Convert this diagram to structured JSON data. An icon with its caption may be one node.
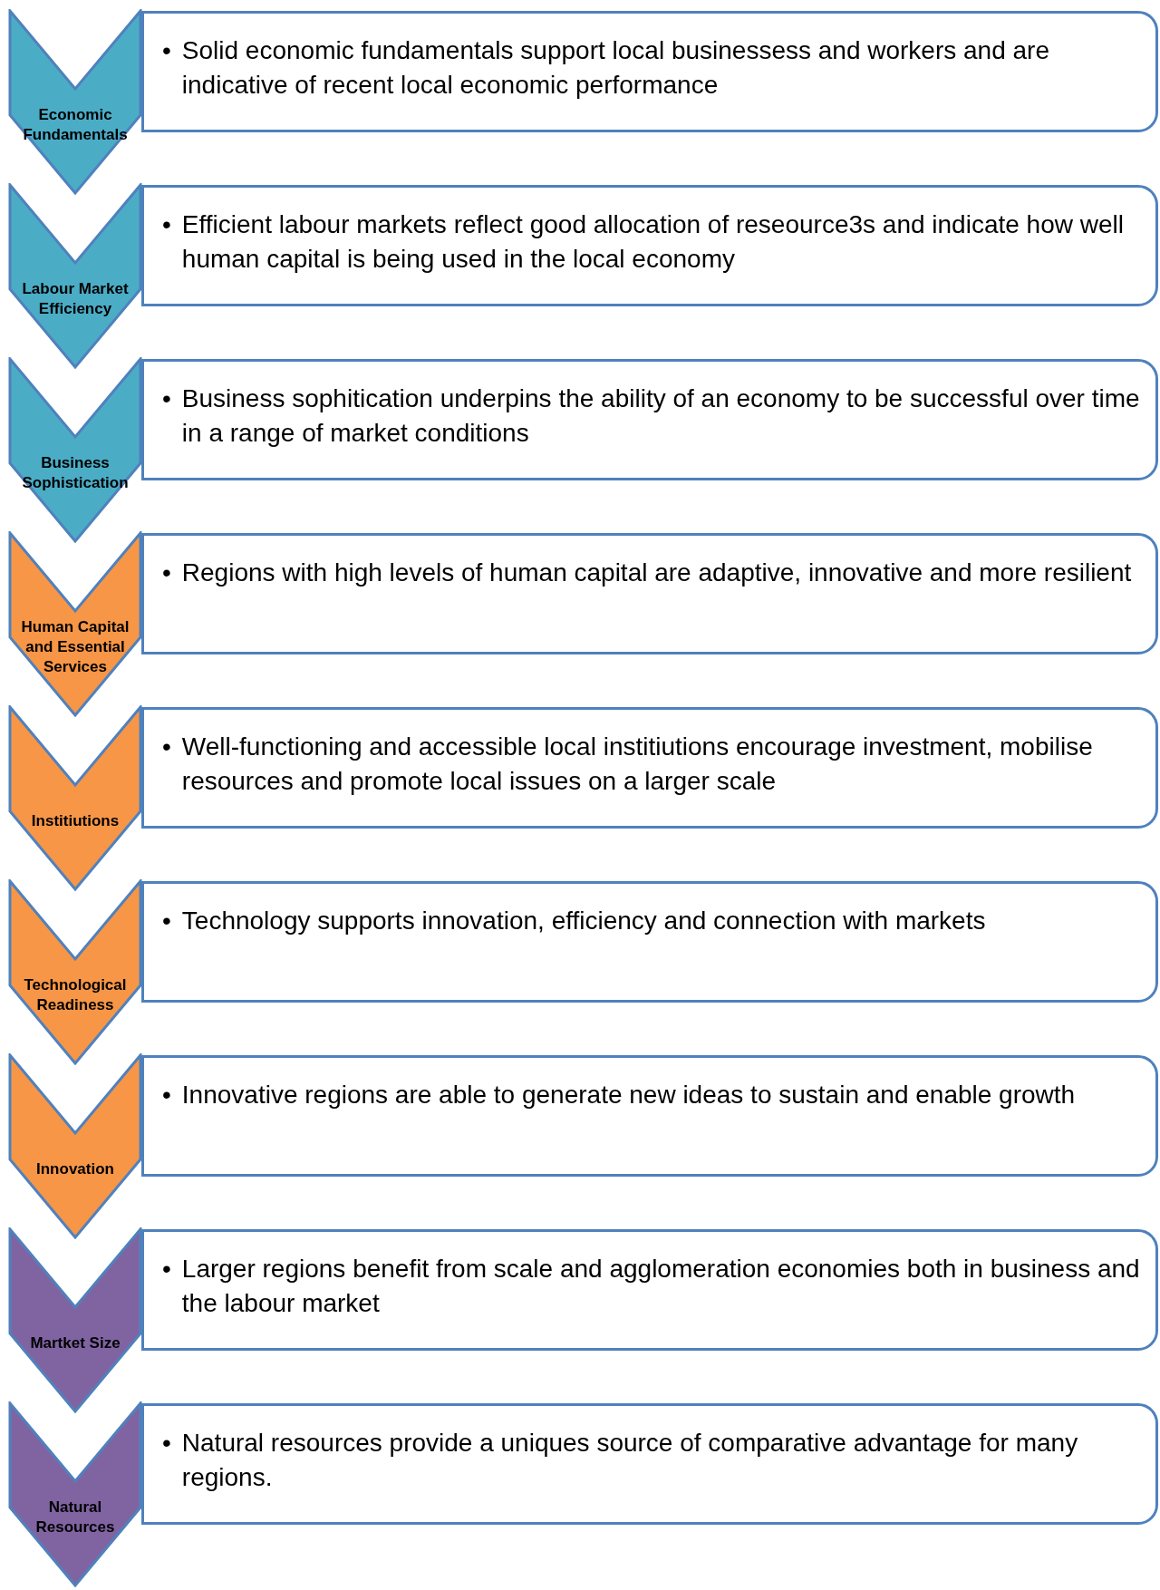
{
  "diagram": {
    "nodes": [
      {
        "text": [
          "Economic Fundamentals"
        ]
      },
      {
        "text": [
          "•",
          "Solid economic fundamentals support local businessess and workers and are indicative of recent local economic performance"
        ]
      },
      {
        "text": [
          "Labour Market Efficiency"
        ]
      },
      {
        "text": [
          "•",
          "Efficient labour markets reflect good allocation of reseource3s and indicate how well human capital is being used in the local economy"
        ]
      },
      {
        "text": [
          "Business Sophistication"
        ]
      },
      {
        "text": [
          "•",
          "Business sophitication underpins the ability of an economy to be successful over time in a range of market conditions"
        ]
      },
      {
        "text": [
          "Human Capital and Essential Services"
        ]
      },
      {
        "text": [
          "•",
          "Regions with high levels of human capital are adaptive, innovative and more resilient"
        ]
      },
      {
        "text": [
          "Institiutions"
        ]
      },
      {
        "text": [
          "•",
          "Well-functioning and accessible local institiutions encourage investment, mobilise resources and promote local issues on a larger scale"
        ]
      },
      {
        "text": [
          "Technological Readiness"
        ]
      },
      {
        "text": [
          "•",
          "Technology supports innovation, efficiency and connection with markets"
        ]
      },
      {
        "text": [
          "Innovation"
        ]
      },
      {
        "text": [
          "•",
          "Innovative regions are able to generate new ideas to sustain and enable growth"
        ]
      },
      {
        "text": [
          "Martket Size"
        ]
      },
      {
        "text": [
          "•",
          "Larger regions benefit from scale and agglomeration economies both in business and the labour market"
        ]
      },
      {
        "text": [
          "Natural Resources"
        ]
      },
      {
        "text": [
          "•",
          "Natural resources provide a uniques source of comparative advantage for many regions."
        ]
      }
    ]
  }
}
